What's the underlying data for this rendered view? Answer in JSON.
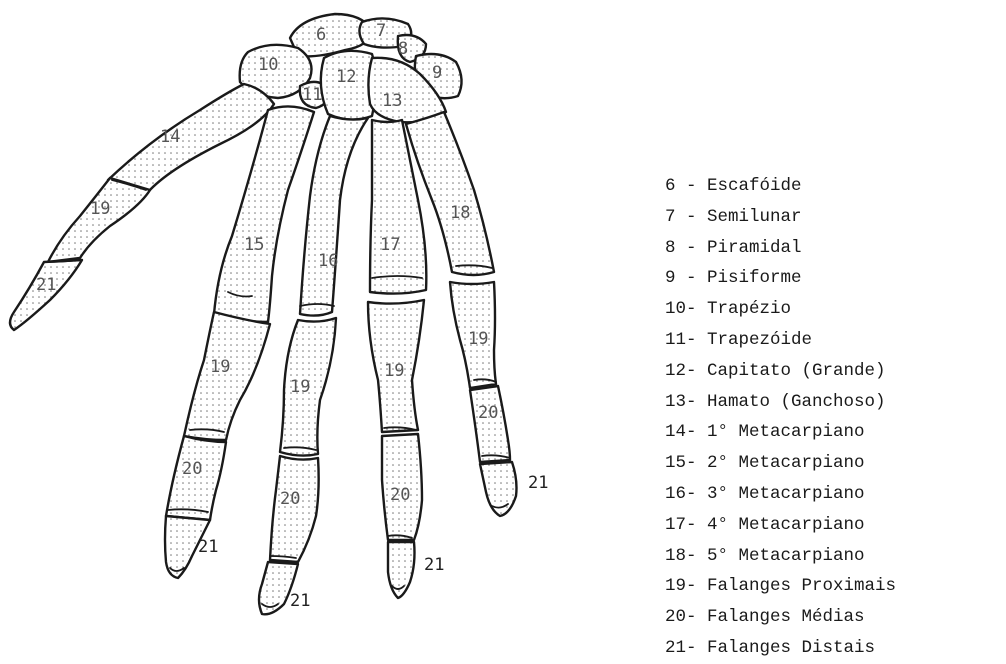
{
  "bone_labels": {
    "scaphoid": "6",
    "lunate": "7",
    "triquetrum": "8",
    "pisiform": "9",
    "trapezium": "10",
    "trapezoid": "11",
    "capitate": "12",
    "hamate": "13",
    "metacarpal_1": "14",
    "metacarpal_2": "15",
    "metacarpal_3": "16",
    "metacarpal_4": "17",
    "metacarpal_5": "18",
    "proximal_phalanx": "19",
    "middle_phalanx": "20",
    "distal_phalanx": "21"
  },
  "legend": [
    "6 - Escafóide",
    "7 - Semilunar",
    "8 - Piramidal",
    "9 - Pisiforme",
    "10- Trapézio",
    "11- Trapezóide",
    "12- Capitato (Grande)",
    "13- Hamato (Ganchoso)",
    "14- 1° Metacarpiano",
    "15- 2° Metacarpiano",
    "16- 3° Metacarpiano",
    "17- 4° Metacarpiano",
    "18- 5° Metacarpiano",
    "19- Falanges Proximais",
    "20- Falanges Médias",
    "21- Falanges Distais"
  ]
}
